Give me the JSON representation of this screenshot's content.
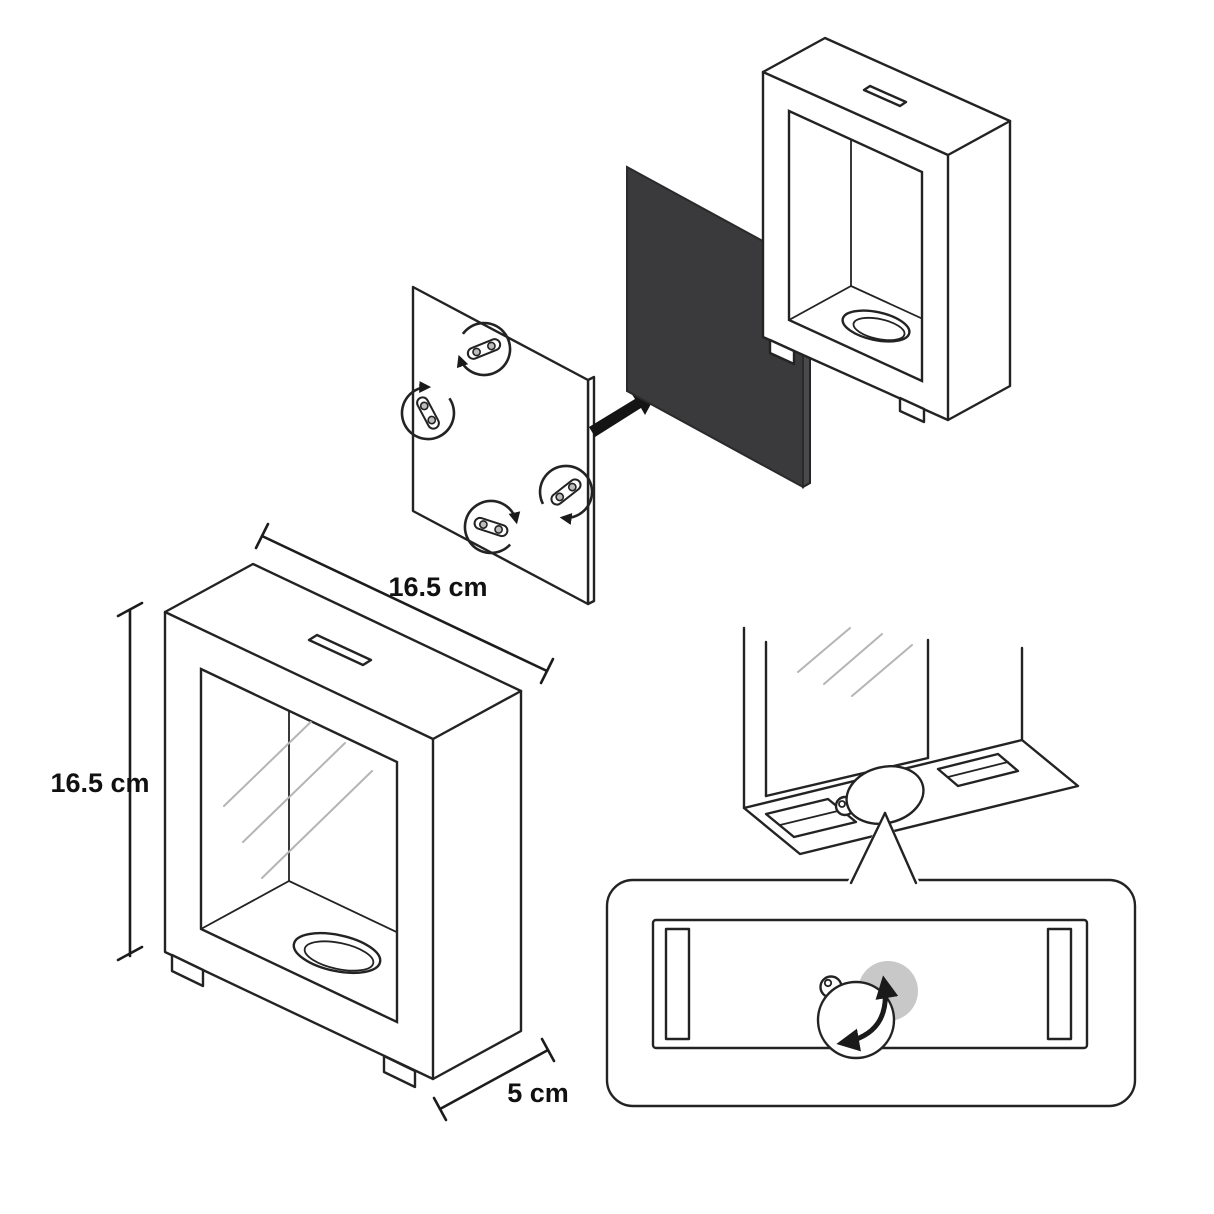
{
  "diagram": {
    "type": "money-box-assembly-instructions",
    "labels": {
      "width": "16.5 cm",
      "height": "16.5 cm",
      "depth": "5 cm"
    },
    "colors": {
      "line": "#232323",
      "panel": "#3a3a3c",
      "panel_edge": "#4a4a4c",
      "metal_gray": "#bdbdbd",
      "hole_gray": "#c8c8c8",
      "background": "#ffffff"
    }
  }
}
